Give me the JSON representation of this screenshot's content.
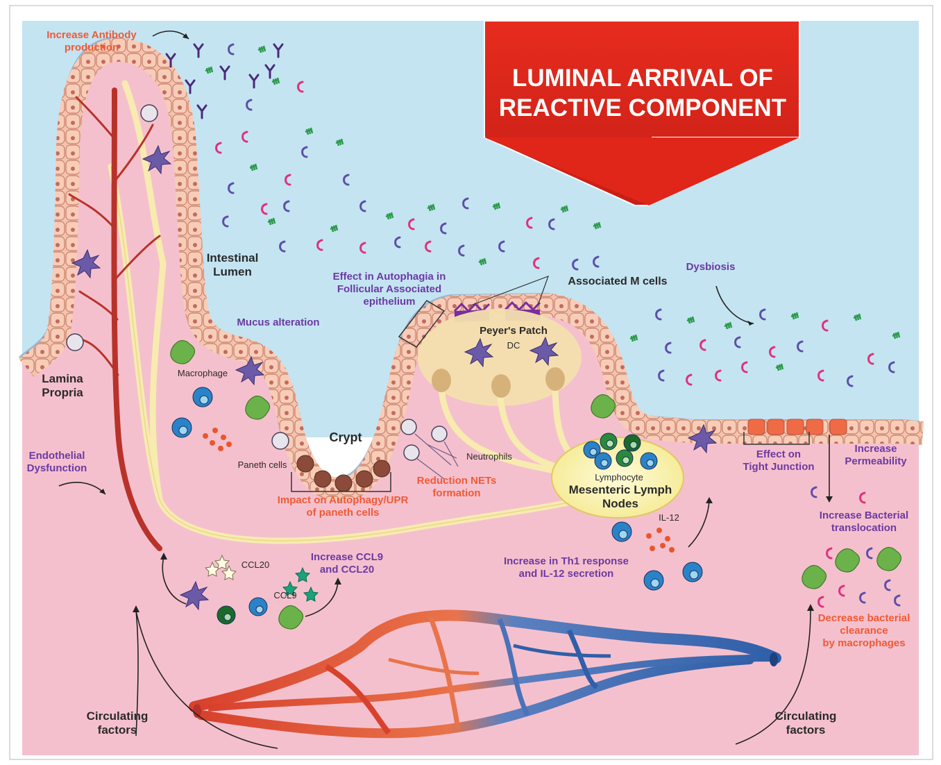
{
  "banner": {
    "line1": "LUMINAL ARRIVAL OF",
    "line2": "REACTIVE COMPONENT",
    "color": "#e3261d"
  },
  "colors": {
    "lumen": "#c4e4f2",
    "tissue": "#f5c0cd",
    "mucus": "#8eb0cc",
    "epithelium": "#f4c3ad",
    "artery": "#d8412c",
    "vein": "#2f5fa8",
    "lymph": "#f7ebb0",
    "purple_text": "#6b3aa3",
    "red_text": "#ef5a35"
  },
  "labels": {
    "antibody": {
      "line1": "Increase Antibody",
      "line2": "production"
    },
    "lumen": {
      "line1": "Intestinal",
      "line2": "Lumen"
    },
    "lamina": {
      "line1": "Lamina",
      "line2": "Propria"
    },
    "endothelial": {
      "line1": "Endothelial",
      "line2": "Dysfunction"
    },
    "mucus": "Mucus alteration",
    "macrophage": "Macrophage",
    "paneth": "Paneth cells",
    "crypt": "Crypt",
    "autophagy_upr": {
      "line1": "Impact on Autophagy/UPR",
      "line2": "of paneth cells"
    },
    "neutrophils": "Neutrophils",
    "nets": {
      "line1": "Reduction NETs",
      "line2": "formation"
    },
    "autophagia_fae": {
      "line1": "Effect in Autophagia in",
      "line2": "Follicular Associated",
      "line3": "epithelium"
    },
    "m_cells": "Associated M cells",
    "peyers": "Peyer's Patch",
    "dc": "DC",
    "lymphocyte": "Lymphocyte",
    "mln": {
      "line1": "Mesenteric Lymph",
      "line2": "Nodes"
    },
    "dysbiosis": "Dysbiosis",
    "tight_junction": {
      "line1": "Effect on",
      "line2": "Tight Junction"
    },
    "permeability": {
      "line1": "Increase",
      "line2": "Permeability"
    },
    "translocation": {
      "line1": "Increase Bacterial",
      "line2": "translocation"
    },
    "il12": "IL-12",
    "th1": {
      "line1": "Increase in Th1 response",
      "line2": "and IL-12 secretion"
    },
    "ccl20": "CCL20",
    "ccl9": "CCL9",
    "ccl_increase": {
      "line1": "Increase CCL9",
      "line2": "and CCL20"
    },
    "clearance": {
      "line1": "Decrease bacterial",
      "line2": "clearance",
      "line3": "by macrophages"
    },
    "circ_left": {
      "line1": "Circulating",
      "line2": "factors"
    },
    "circ_right": {
      "line1": "Circulating",
      "line2": "factors"
    }
  },
  "icons": [
    "antibody-icon",
    "bacteria-icon",
    "dendritic-cell-icon",
    "macrophage-icon",
    "lymphocyte-icon",
    "neutrophil-icon",
    "paneth-cell-icon",
    "cytokine-dot-icon",
    "star-chemokine-icon",
    "blood-vessel-icon",
    "lymph-vessel-icon"
  ]
}
